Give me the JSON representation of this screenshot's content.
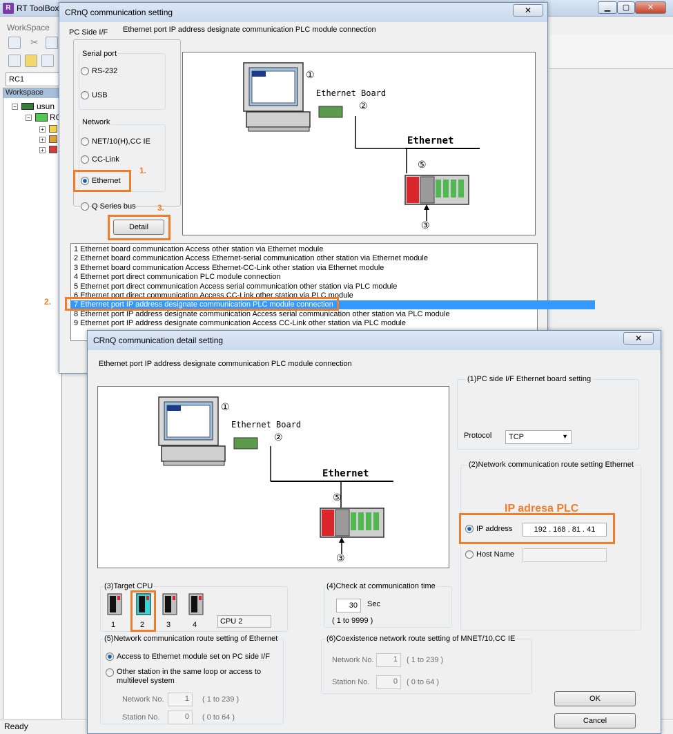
{
  "app": {
    "title": "RT ToolBox",
    "menu_workspace": "WorkSpace",
    "robot_select": "RC1",
    "workspace_header": "Workspace",
    "tree_root": "usun",
    "tree_child": "RC",
    "status": "Ready"
  },
  "comm_dialog": {
    "title": "CRnQ communication setting",
    "close_label": "✕",
    "pc_side_if": "PC Side I/F",
    "description": "Ethernet port IP address designate communication PLC module connection",
    "serial_port_group": "Serial port",
    "rs232": "RS-232",
    "usb": "USB",
    "network_group": "Network",
    "net10": "NET/10(H),CC IE",
    "cclink": "CC-Link",
    "ethernet": "Ethernet",
    "qseries": "Q Series bus",
    "detail_button": "Detail",
    "step1": "1.",
    "step2": "2.",
    "step3": "3.",
    "list": [
      "1 Ethernet board communication Access other station via Ethernet module",
      "2 Ethernet board communication Access Ethernet-serial communication other station via Ethernet module",
      "3 Ethernet board communication Access Ethernet-CC-Link other station via Ethernet module",
      "4 Ethernet port direct communication PLC module connection",
      "5 Ethernet port direct communication Access serial communication other station via PLC module",
      "6 Ethernet port direct communication Access CC-Link other station via PLC module",
      "7 Ethernet port IP address designate communication PLC module connection",
      "8 Ethernet port IP address designate communication Access serial communication other station via PLC module",
      "9 Ethernet port IP address designate communication Access CC-Link other station via PLC module"
    ],
    "selected_index": 6,
    "diagram": {
      "n1": "①",
      "board_label": "Ethernet Board",
      "n2": "②",
      "ethernet_label": "Ethernet",
      "n5": "⑤",
      "n3": "③"
    }
  },
  "detail_dialog": {
    "title": "CRnQ communication detail setting",
    "close_label": "✕",
    "description": "Ethernet port IP address designate communication PLC module connection",
    "diagram": {
      "n1": "①",
      "board_label": "Ethernet Board",
      "n2": "②",
      "ethernet_label": "Ethernet",
      "n5": "⑤",
      "n3": "③"
    },
    "group1_label": "(1)PC side I/F Ethernet board setting",
    "protocol_label": "Protocol",
    "protocol_value": "TCP",
    "group2_label": "(2)Network communication route setting Ethernet",
    "ip_annotation": "IP adresa PLC",
    "ip_address_label": "IP address",
    "ip_value": "192 . 168 . 81 . 41",
    "host_name_label": "Host Name",
    "group3_label": "(3)Target CPU",
    "cpu_numbers": [
      "1",
      "2",
      "3",
      "4"
    ],
    "cpu_name": "CPU 2",
    "group4_label": "(4)Check at communication time",
    "check_value": "30",
    "check_unit": "Sec",
    "check_range": "( 1 to 9999 )",
    "group5_label": "(5)Network communication route setting of Ethernet",
    "access_eth_label": "Access to Ethernet module set on PC side I/F",
    "other_station_label": "Other station in the same loop or access to multilevel system",
    "network_no_label": "Network No.",
    "network_no_value": "1",
    "network_no_range": "( 1 to 239 )",
    "station_no_label": "Station No.",
    "station_no_value": "0",
    "station_no_range": "( 0 to 64 )",
    "group6_label": "(6)Coexistence network route setting of MNET/10,CC IE",
    "network_no6_label": "Network No.",
    "network_no6_value": "1",
    "network_no6_range": "( 1 to 239 )",
    "station_no6_label": "Station No.",
    "station_no6_value": "0",
    "station_no6_range": "( 0 to 64 )",
    "ok_label": "OK",
    "cancel_label": "Cancel"
  }
}
